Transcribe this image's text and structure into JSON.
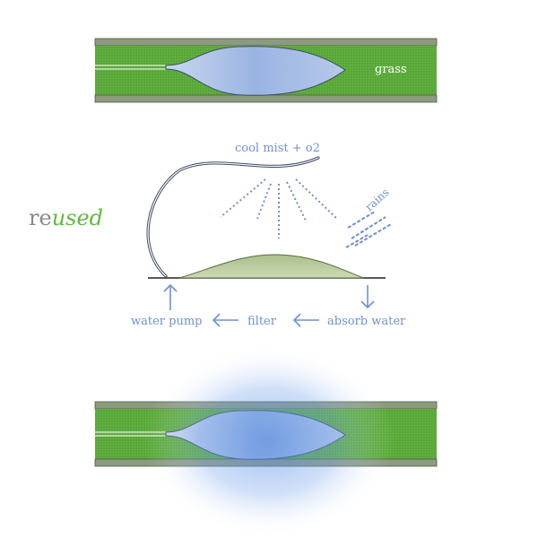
{
  "top_panel": {
    "label": "grass"
  },
  "brand": {
    "prefix": "re",
    "suffix": "used"
  },
  "cycle": {
    "mist_label": "cool mist + o2",
    "rain_label": "rains",
    "steps": [
      "water pump",
      "filter",
      "absorb water"
    ]
  },
  "colors": {
    "grass": "#5aa83a",
    "rail": "#8c9a80",
    "pond": "#9db4dc",
    "mist_glow": "#5b8fe0",
    "flow_blue": "#6f8fd0",
    "brand_gray": "#8a8a8a",
    "brand_green": "#5dbb3a",
    "mound_fill": "#b9cc9c"
  }
}
